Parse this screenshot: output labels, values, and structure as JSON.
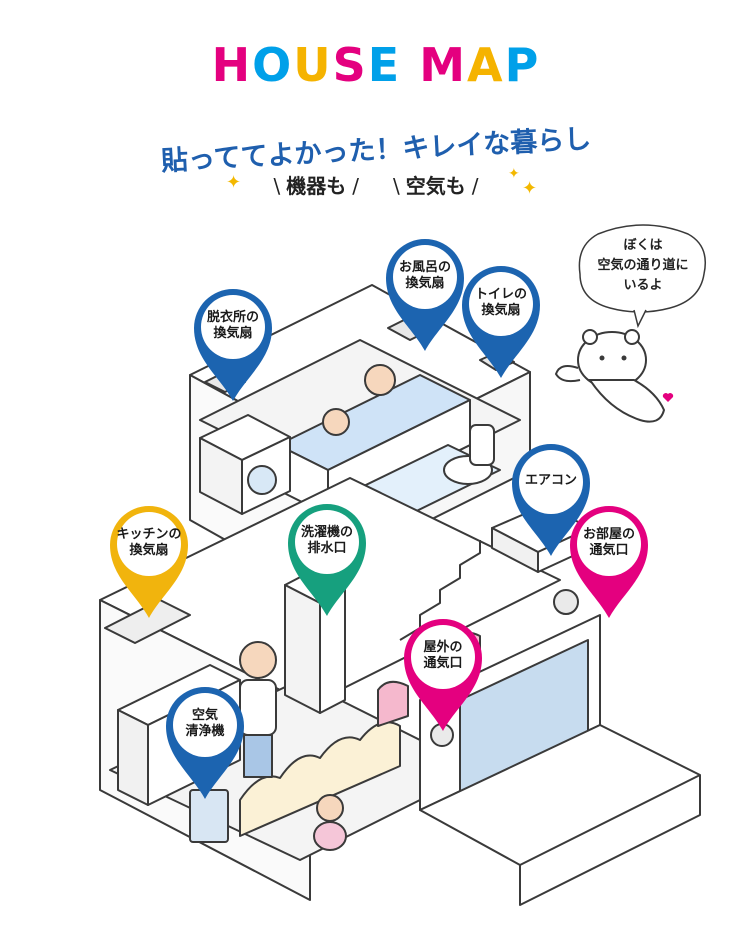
{
  "title": {
    "letters": [
      {
        "ch": "H",
        "color": "#e4007f"
      },
      {
        "ch": "O",
        "color": "#00a0e9"
      },
      {
        "ch": "U",
        "color": "#f5b300"
      },
      {
        "ch": "S",
        "color": "#e4007f"
      },
      {
        "ch": "E",
        "color": "#00a0e9"
      },
      {
        "ch": " ",
        "color": "#ffffff"
      },
      {
        "ch": "M",
        "color": "#e4007f"
      },
      {
        "ch": "A",
        "color": "#f5b300"
      },
      {
        "ch": "P",
        "color": "#00a0e9"
      }
    ]
  },
  "subtitle": "貼っててよかった！キレイな暮らし",
  "tagline": {
    "left": "機器も",
    "right": "空気も"
  },
  "pins": [
    {
      "id": "datsuijo",
      "label": "脱衣所の\n換気扇",
      "color": "#1c64b0"
    },
    {
      "id": "ofuro",
      "label": "お風呂の\n換気扇",
      "color": "#1c64b0"
    },
    {
      "id": "toilet",
      "label": "トイレの\n換気扇",
      "color": "#1c64b0"
    },
    {
      "id": "aircon",
      "label": "エアコン",
      "color": "#1c64b0"
    },
    {
      "id": "sentakuki",
      "label": "洗濯機の\n排水口",
      "color": "#16a07e"
    },
    {
      "id": "kitchen",
      "label": "キッチンの\n換気扇",
      "color": "#f1b40d"
    },
    {
      "id": "oheya",
      "label": "お部屋の\n通気口",
      "color": "#e4007f"
    },
    {
      "id": "okugai",
      "label": "屋外の\n通気口",
      "color": "#e4007f"
    },
    {
      "id": "kuuki",
      "label": "空気\n清浄機",
      "color": "#1c64b0"
    }
  ],
  "mascot": {
    "speech": "ぼくは\n空気の通り道に\nいるよ"
  },
  "colors": {
    "line": "#3a3a3a",
    "wall": "#ffffff",
    "bath": "#cfe3f7",
    "floor": "#f4f4f4",
    "heart": "#e4007f"
  }
}
